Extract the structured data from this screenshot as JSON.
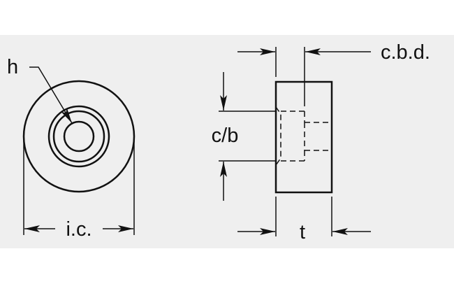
{
  "labels": {
    "hole": "h",
    "inscribed_circle": "i.c.",
    "counterbore_depth": "c.b.d.",
    "counterbore": "c/b",
    "thickness": "t"
  },
  "colors": {
    "line": "#111111",
    "panel": "#efefef",
    "background": "#ffffff"
  }
}
